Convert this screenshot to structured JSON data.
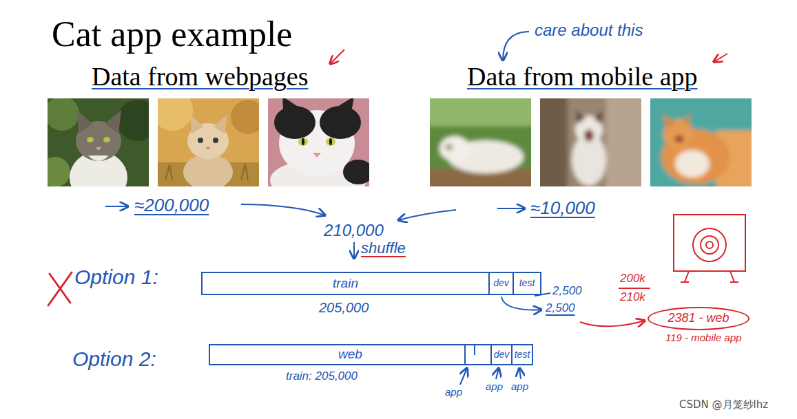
{
  "diagram": {
    "title": "Cat app example",
    "nodes": [
      {
        "text": [
          "train"
        ]
      },
      {
        "text": [
          "dev"
        ]
      },
      {
        "text": [
          "test"
        ]
      },
      {
        "text": [
          "web"
        ]
      },
      {
        "text": [
          "dev"
        ]
      },
      {
        "text": [
          "test"
        ]
      },
      {
        "text": [
          "2381 - web"
        ]
      }
    ],
    "labels": [
      "Data from webpages",
      "care about this",
      "Data from mobile app",
      "≈200,000",
      "210,000",
      "≈10,000",
      "shuffle",
      "Option 1:",
      "205,000",
      "2,500",
      "2,500",
      "200k",
      "210k",
      "119 - mobile app",
      "Option 2:",
      "train: 205,000",
      "app",
      "app",
      "app",
      "CSDN @月笼纱lhz"
    ]
  }
}
